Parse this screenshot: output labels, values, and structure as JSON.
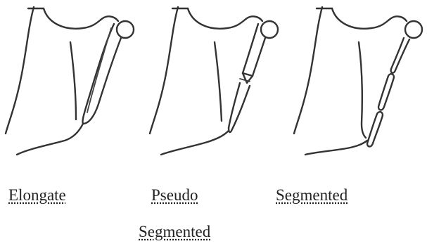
{
  "figures": [
    {
      "caption_lines": [
        "Elongate"
      ]
    },
    {
      "caption_lines": [
        "Pseudo",
        "Segmented"
      ]
    },
    {
      "caption_lines": [
        "Segmented"
      ]
    }
  ]
}
